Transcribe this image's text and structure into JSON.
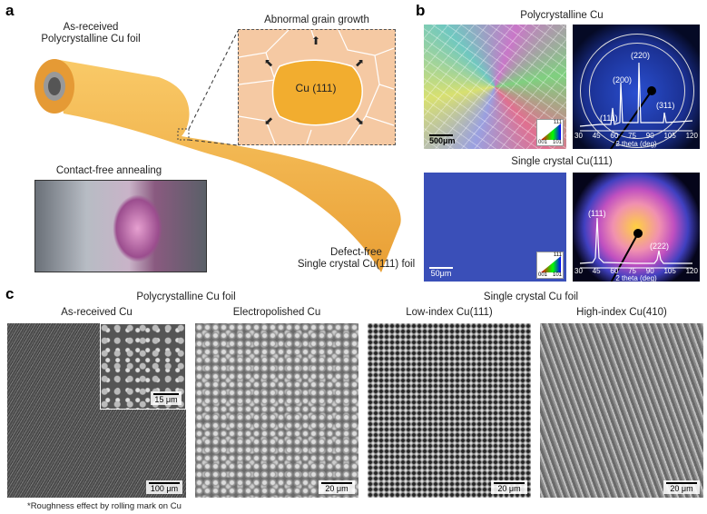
{
  "panel_a": {
    "label": "a",
    "foil_label_line1": "As-received",
    "foil_label_line2": "Polycrystalline Cu foil",
    "inset_title": "Abnormal grain growth",
    "grain_label": "Cu (111)",
    "annealing_label": "Contact-free annealing",
    "result_line1": "Defect-free",
    "result_line2": "Single crystal Cu(111) foil"
  },
  "panel_b": {
    "label": "b",
    "poly_title": "Polycrystalline Cu",
    "single_title": "Single crystal Cu(111)",
    "poly_scale": "500μm",
    "single_scale": "50μm",
    "ipf_labels": [
      "111",
      "001",
      "101"
    ],
    "poly_peaks": [
      "(111)",
      "(200)",
      "(220)",
      "(311)"
    ],
    "single_peaks": [
      "(111)",
      "(222)"
    ],
    "x_ticks": [
      "30",
      "45",
      "60",
      "75",
      "90",
      "105",
      "120"
    ],
    "x_axis_label": "2 theta (deg)"
  },
  "panel_c": {
    "label": "c",
    "group_poly": "Polycrystalline Cu foil",
    "group_single": "Single crystal Cu foil",
    "images": [
      {
        "title": "As-received Cu",
        "scale": "100 μm"
      },
      {
        "title": "Electropolished Cu",
        "scale": "20 μm"
      },
      {
        "title": "Low-index Cu(111)",
        "scale": "20 μm"
      },
      {
        "title": "High-index Cu(410)",
        "scale": "20 μm"
      }
    ],
    "inset_scale": "15 μm",
    "footnote": "*Roughness effect by rolling mark on Cu"
  }
}
